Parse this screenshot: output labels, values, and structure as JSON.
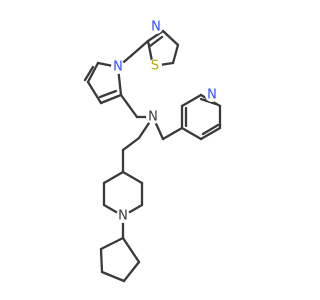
{
  "molecule": {
    "atom_labels": {
      "thiazole_n": "N",
      "thiazole_s": "S",
      "pyrrole_n": "N",
      "amine_n": "N",
      "pyridine_n": "N",
      "piperidine_n": "N"
    },
    "colors": {
      "bond": "#3a3a3a",
      "nitrogen": "#3050f8",
      "sulfur": "#b8a800"
    }
  }
}
